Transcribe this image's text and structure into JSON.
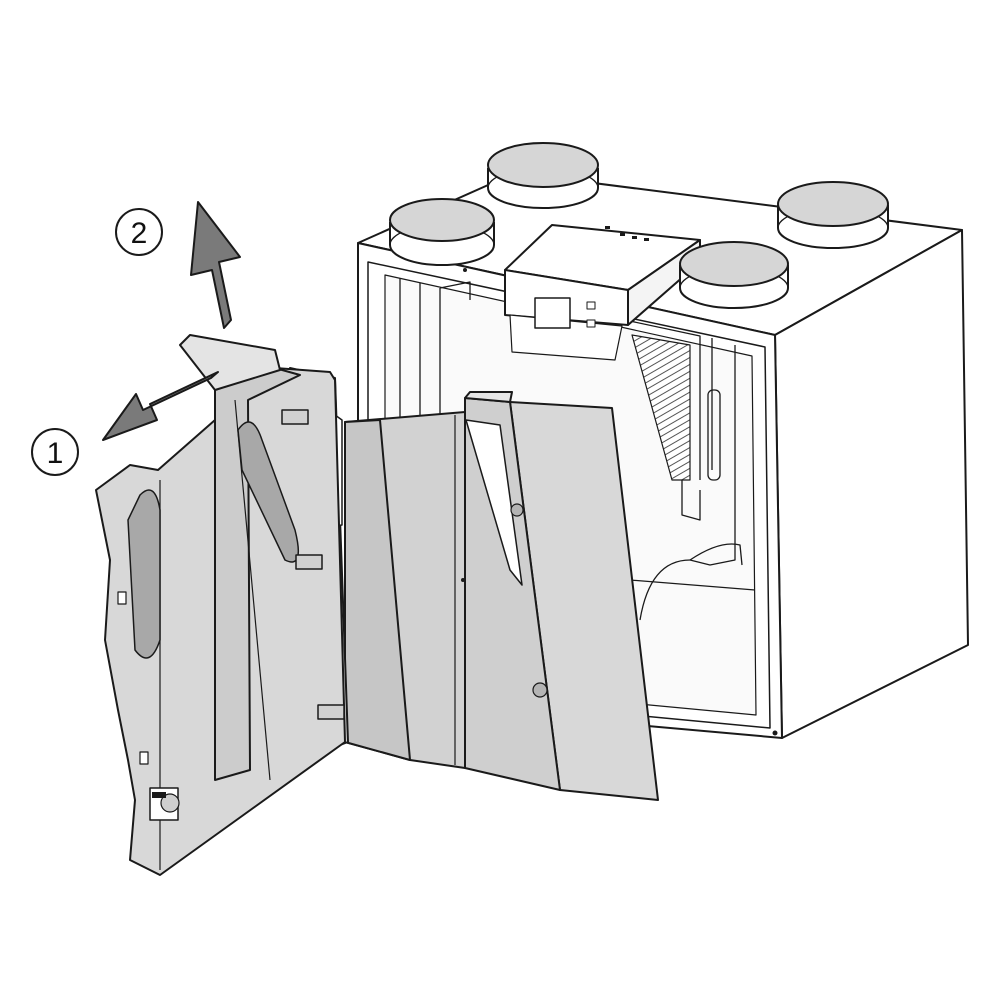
{
  "steps": [
    {
      "number": "1",
      "action": "pull-outward"
    },
    {
      "number": "2",
      "action": "lift-up"
    }
  ],
  "colors": {
    "background": "#ffffff",
    "outline": "#1a1a1a",
    "unit_body": "#ffffff",
    "unit_side": "#f4f4f4",
    "port_cap": "#d6d6d6",
    "panel_fill": "#d4d4d4",
    "panel_light": "#e2e2e2",
    "panel_shadow": "#a8a8a8",
    "arrow_fill": "#7a7a7a"
  },
  "icons": [
    "arrow-pull-icon",
    "arrow-lift-icon"
  ]
}
